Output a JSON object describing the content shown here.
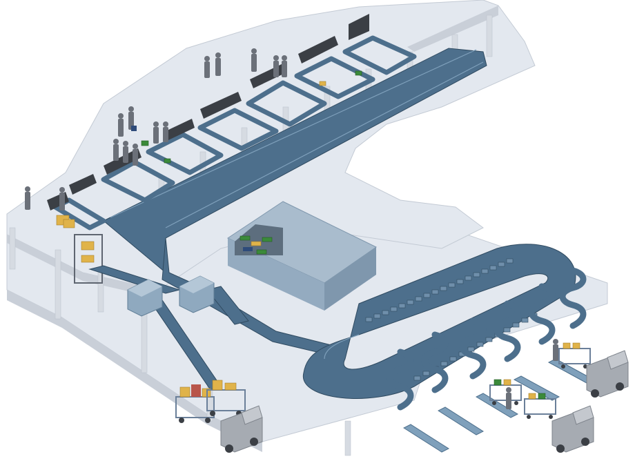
{
  "figure": {
    "kind": "isometric airport baggage handling system illustration"
  },
  "palette": {
    "background": "#ffffff",
    "floor_top": "#e3e8ef",
    "floor_side": "#c9cfd8",
    "pillar": "#d6dbe2",
    "belt": "#4d6f8c",
    "belt_edge": "#2f4a60",
    "belt_light": "#7fa0bb",
    "counter": "#3b3f45",
    "storage_top": "#a9bccd",
    "storage_side": "#7f97ad",
    "scanner": "#8fa9bf",
    "tray_green": "#3b8a3a",
    "tray_yellow": "#e0b34a",
    "bag_blue": "#2e4b7a",
    "person": "#6b7079",
    "truck": "#a6abb2",
    "cart": "#6a7f99"
  },
  "scene": {
    "checkin_counters": 8,
    "passenger_figures": 14,
    "sorter_chutes": 5,
    "spiral_chutes": 6,
    "loading_trucks": 3,
    "baggage_carts": 3
  }
}
